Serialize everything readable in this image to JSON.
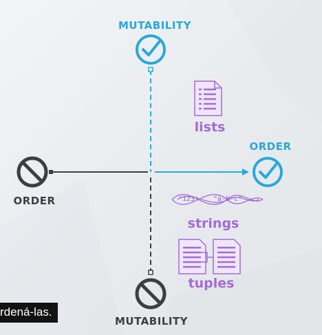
{
  "diagram": {
    "top_label": "MUTABILITY",
    "right_label": "ORDER",
    "left_label": "ORDER",
    "bottom_label": "MUTABILITY",
    "items": {
      "lists": "lists",
      "strings": "strings",
      "tuples": "tuples",
      "string_example_1": "'123'",
      "string_example_2": "\"a-b-c\""
    }
  },
  "subtitle": "rdená-las.",
  "colors": {
    "positive": "#29a8d9",
    "negative": "#3b3f44",
    "item": "#a36bd6"
  },
  "icons": {
    "top": "check-circle-icon",
    "right": "check-circle-icon",
    "left": "prohibited-icon",
    "bottom": "prohibited-icon"
  }
}
